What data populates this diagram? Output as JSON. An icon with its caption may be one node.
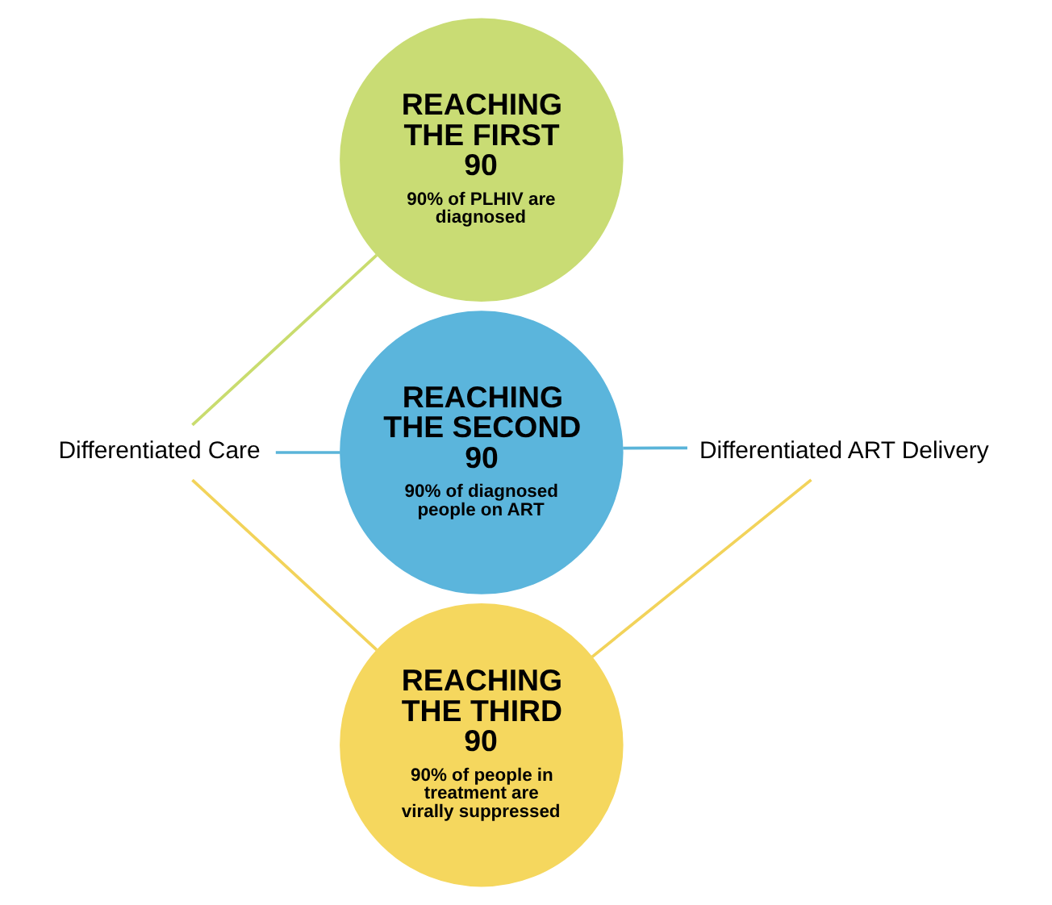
{
  "diagram": {
    "nodes": [
      {
        "text": [
          "REACHING THE FIRST 90",
          "90% of PLHIV are diagnosed"
        ]
      },
      {
        "text": [
          "REACHING THE SECOND 90",
          "90% of diagnosed people on ART"
        ]
      },
      {
        "text": [
          "REACHING THE THIRD 90",
          "90% of people in treatment are virally suppressed"
        ]
      },
      {
        "text": [
          "Differentiated Care"
        ]
      },
      {
        "text": [
          "Differentiated ART Delivery"
        ]
      }
    ],
    "edges": [
      {
        "from": 3,
        "to": 0,
        "arrow": "none",
        "color": "#c9dc6e"
      },
      {
        "from": 3,
        "to": 1,
        "arrow": "none",
        "color": "#5ab4d9"
      },
      {
        "from": 3,
        "to": 2,
        "arrow": "none",
        "color": "#f2d35a"
      },
      {
        "from": 4,
        "to": 1,
        "arrow": "none",
        "color": "#5ab4d9"
      },
      {
        "from": 4,
        "to": 2,
        "arrow": "none",
        "color": "#f2d35a"
      }
    ]
  }
}
